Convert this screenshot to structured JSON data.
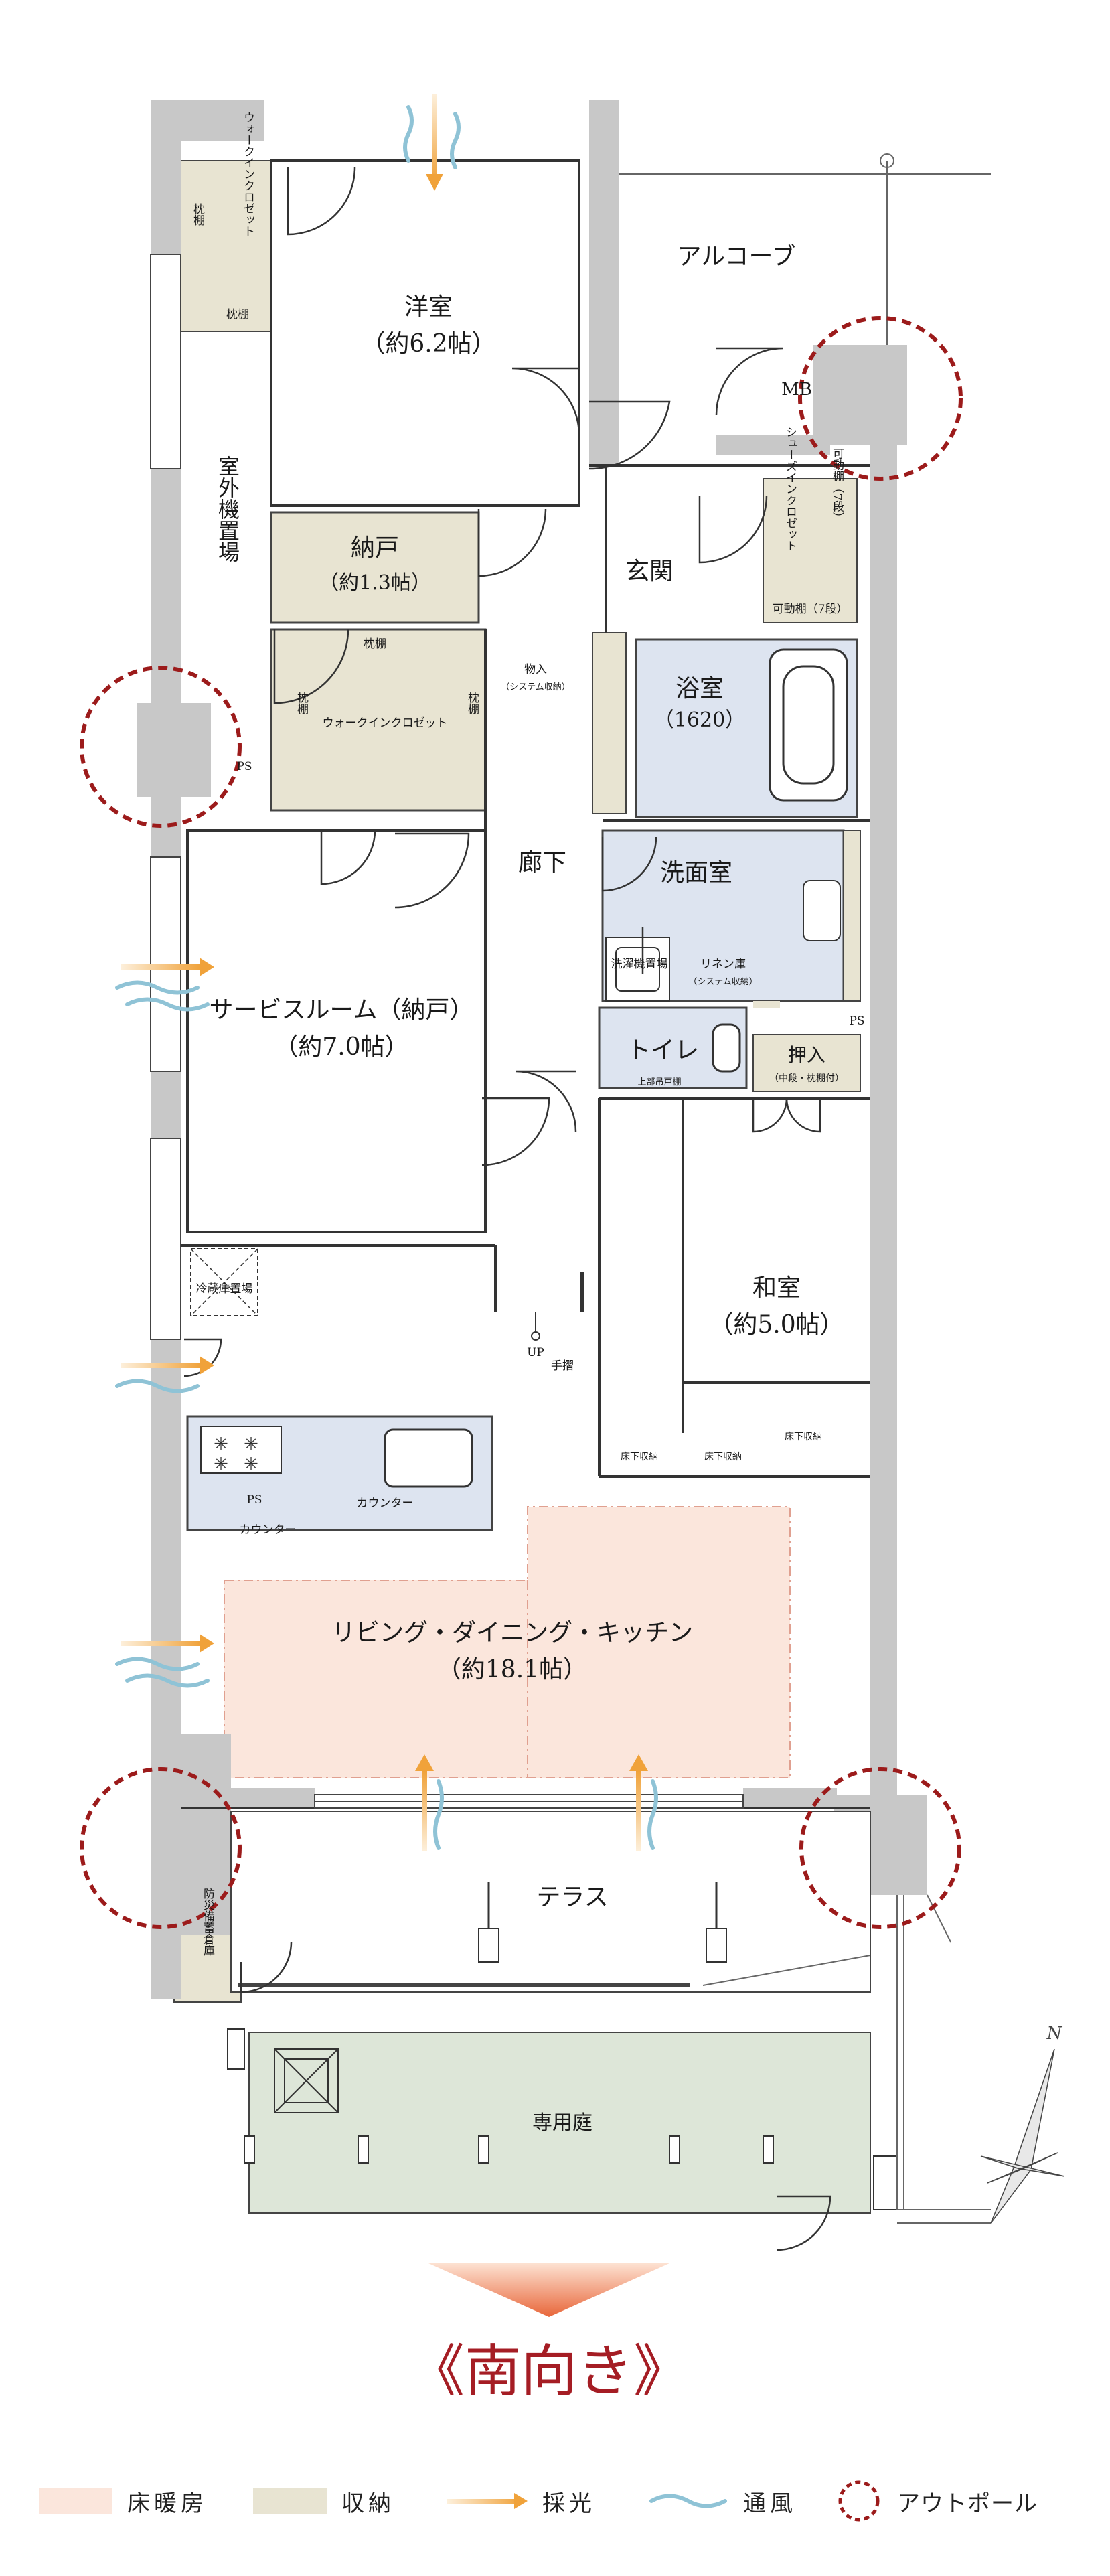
{
  "rooms": {
    "western_room": "洋室",
    "western_room_size": "（約6.2帖）",
    "nando_small": "納戸",
    "nando_small_size": "（約1.3帖）",
    "service_room": "サービスルーム（納戸）",
    "service_room_size": "（約7.0帖）",
    "entrance": "玄関",
    "alcove": "アルコーブ",
    "bathroom": "浴室",
    "bathroom_size": "（1620）",
    "washroom": "洗面室",
    "corridor": "廊下",
    "toilet": "トイレ",
    "japanese_room": "和室",
    "japanese_room_size": "（約5.0帖）",
    "ldk": "リビング・ダイニング・キッチン",
    "ldk_size": "（約18.1帖）",
    "terrace": "テラス",
    "private_garden": "専用庭"
  },
  "fixtures": {
    "walk_in_closet_top": "ウォークインクロゼット",
    "shelf": "枕棚",
    "outdoor_unit": "室外機置場",
    "walk_in_closet_mid": "ウォークインクロゼット",
    "storage_mono": "物入",
    "storage_system": "（システム収納）",
    "shoes_in_closet": "シューズインクロゼット",
    "movable_shelf_7": "可動棚（7段）",
    "movable_shelf_7b": "可動棚（7段）",
    "mb": "MB",
    "ps": "PS",
    "ps2": "PS",
    "ps3": "PS",
    "washer_space": "洗濯機置場",
    "linen_closet": "リネン庫",
    "linen_system": "（システム収納）",
    "upper_shelf": "上部吊戸棚",
    "oshiire": "押入",
    "oshiire_note": "（中段・枕棚付）",
    "fridge": "冷蔵庫置場",
    "up": "UP",
    "handrail": "手摺",
    "counter": "カウンター",
    "counter2": "カウンター",
    "underfloor1": "床下収納",
    "underfloor2": "床下収納",
    "underfloor3": "床下収納",
    "disaster_storage": "防災備蓄倉庫",
    "north": "N"
  },
  "orientation": "《南向き》",
  "legend": {
    "floor_heating": "床暖房",
    "storage": "収納",
    "daylight": "採光",
    "ventilation": "通風",
    "outpole": "アウトポール"
  },
  "colors": {
    "wall": "#c8c8c8",
    "storage": "#e8e4d2",
    "floor_heating": "#fbe6dc",
    "wet_area": "#dde4f0",
    "garden": "#dde6d8",
    "daylight": "#f0a23a",
    "ventilation": "#8fc3d6",
    "outpole": "#9c1b1b",
    "heading": "#a51d24"
  }
}
